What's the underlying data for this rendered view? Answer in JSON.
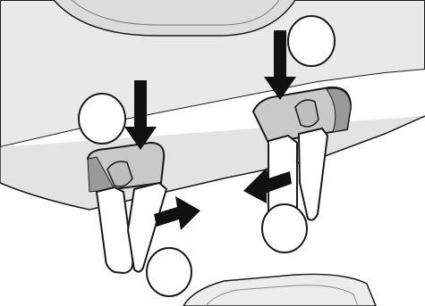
{
  "figure": {
    "description_label": "",
    "callouts": [
      {
        "id": "callout-left-top",
        "text": ""
      },
      {
        "id": "callout-left-bottom",
        "text": ""
      },
      {
        "id": "callout-right-top",
        "text": ""
      },
      {
        "id": "callout-right-bottom",
        "text": ""
      }
    ]
  },
  "colors": {
    "outline": "#1a1a1a",
    "body_fill": "#e9e9e9",
    "body_shadow": "#d2d2d2",
    "latch_fill": "#c9c9c9",
    "latch_dark": "#9a9a9a",
    "arrow_fill": "#111111",
    "background": "#ffffff"
  },
  "icons": {
    "arrow_down": "down-arrow-icon",
    "arrow_right": "right-arrow-icon",
    "arrow_left": "left-arrow-icon"
  }
}
